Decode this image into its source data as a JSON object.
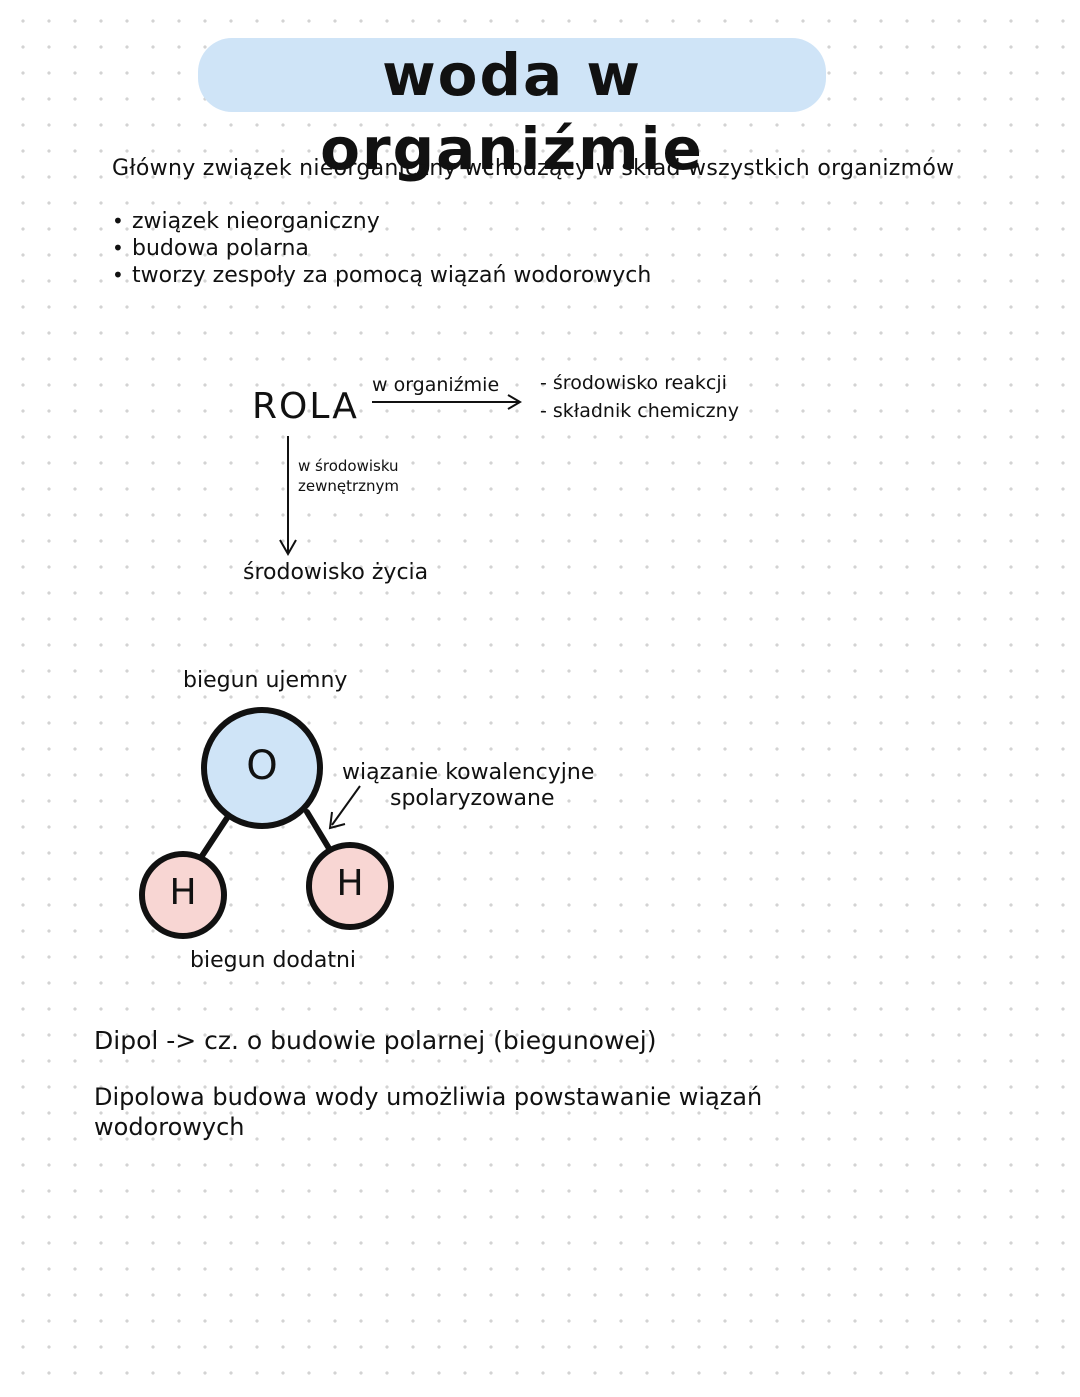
{
  "title": "woda w organiźmie",
  "definition": "Główny związek nieorganiczny wchodzący w skład wszystkich organizmów",
  "properties": [
    "związek nieorganiczny",
    "budowa polarna",
    "tworzy zespoły za pomocą wiązań wodorowych"
  ],
  "role": {
    "label": "ROLA",
    "in_organism_label": "w organiźmie",
    "in_organism_items": [
      "- środowisko reakcji",
      "- składnik chemiczny"
    ],
    "external_label": "w środowisku zewnętrznym",
    "external_item": "środowisko życia"
  },
  "molecule": {
    "oxygen": "O",
    "hydrogen_left": "H",
    "hydrogen_right": "H",
    "negative_pole": "biegun ujemny",
    "positive_pole": "biegun dodatni",
    "bond_label_line1": "wiązanie kowalencyjne",
    "bond_label_line2": "spolaryzowane",
    "colors": {
      "oxygen_fill": "#cfe4f7",
      "hydrogen_fill": "#f8d6d3",
      "title_highlight": "#cfe4f7"
    }
  },
  "dipole_definition": "Dipol -> cz. o budowie polarnej (biegunowej)",
  "dipole_note": "Dipolowa budowa wody umożliwia powstawanie wiązań wodorowych"
}
